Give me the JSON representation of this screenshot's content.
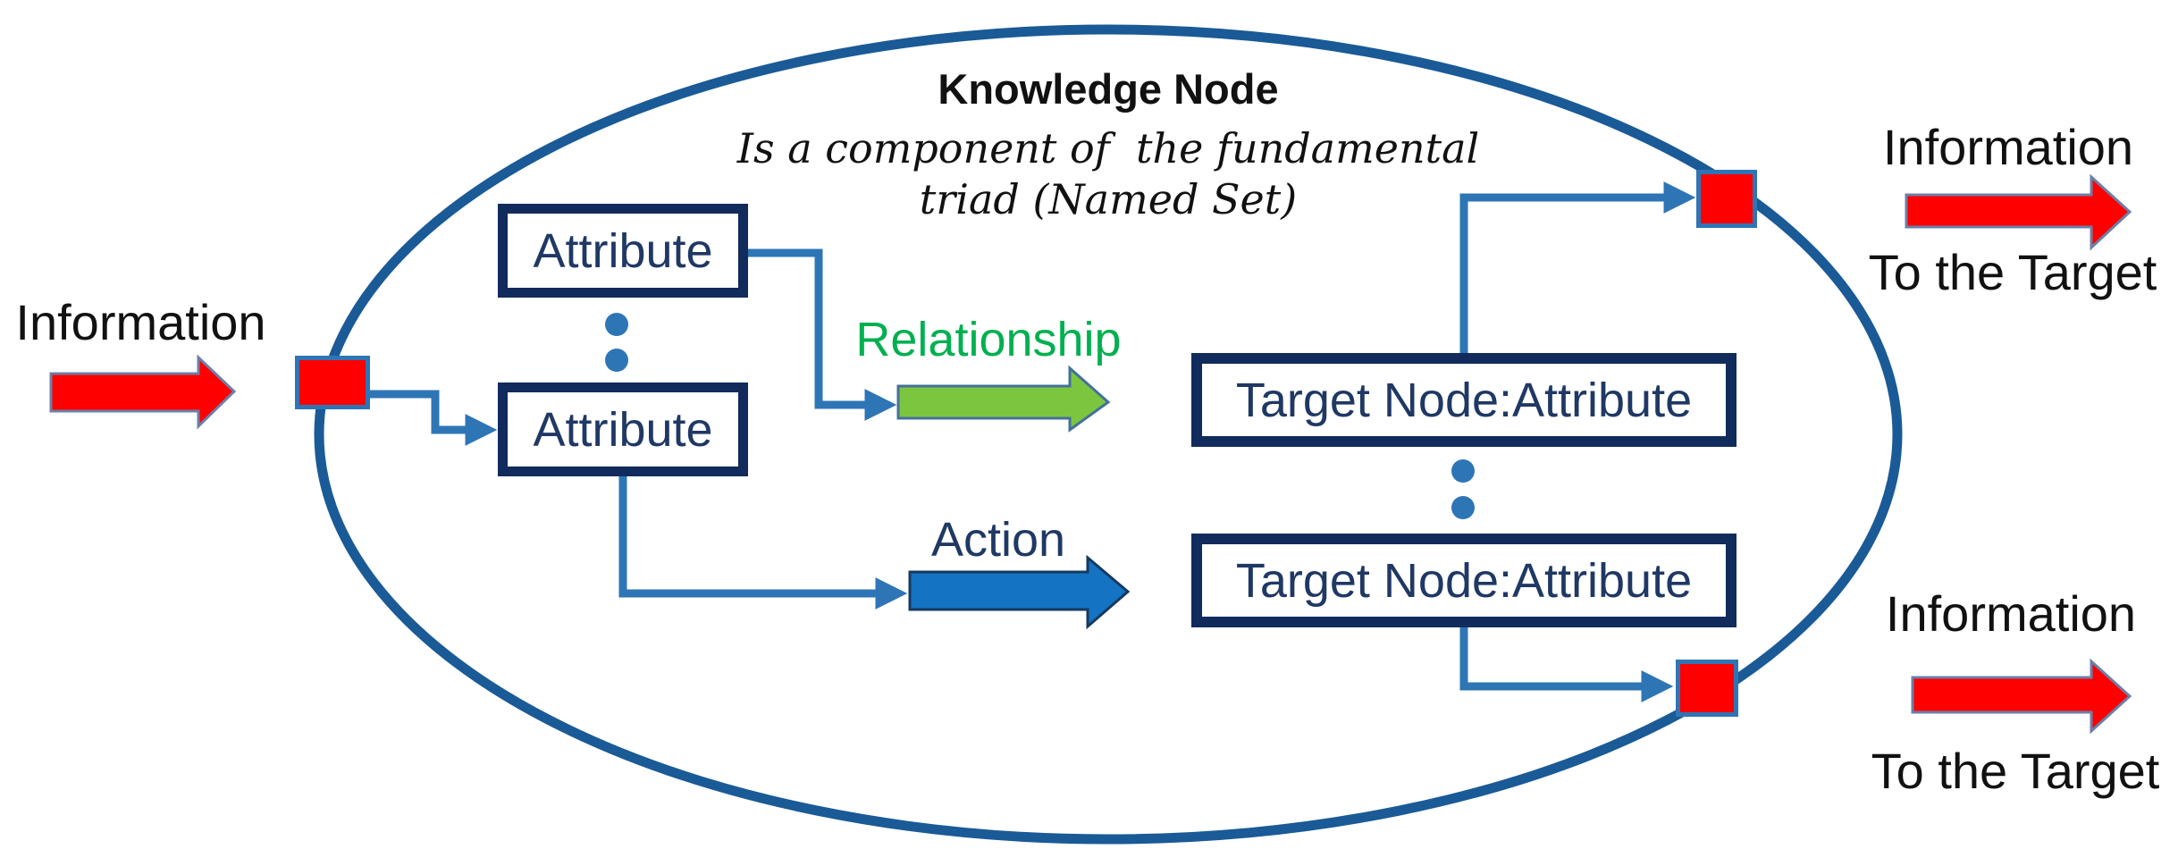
{
  "colors": {
    "ellipse_stroke": "#1A5A96",
    "box_border": "#102B5C",
    "box_text": "#1F3864",
    "connector_blue": "#2E75B6",
    "relationship_green": "#00B050",
    "green_arrow_fill": "#7CC63F",
    "green_arrow_stroke": "#44709D",
    "blue_arrow_fill": "#1473C2",
    "blue_arrow_stroke": "#16395F",
    "red_fill": "#FF0000",
    "red_arrow_stroke": "#6B7FA8",
    "text_black": "#111111"
  },
  "knowledge_node": {
    "title": "Knowledge Node",
    "subtitle_line1": "Is a component of  the fundamental",
    "subtitle_line2": "triad (Named Set)"
  },
  "input": {
    "label": "Information"
  },
  "attributes": {
    "box1": "Attribute",
    "box2": "Attribute"
  },
  "relationship": {
    "label": "Relationship"
  },
  "action": {
    "label": "Action"
  },
  "targets": {
    "box1": "Target Node:Attribute",
    "box2": "Target Node:Attribute"
  },
  "output_top": {
    "line1": "Information",
    "line2": "To the Target"
  },
  "output_bottom": {
    "line1": "Information",
    "line2": "To the Target"
  }
}
